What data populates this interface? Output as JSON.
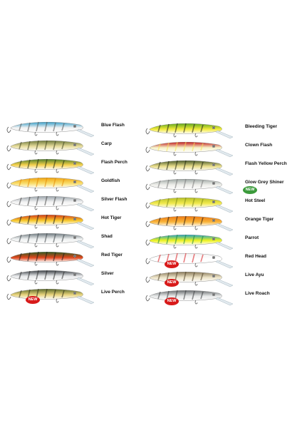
{
  "badge_text": "NEW",
  "left_column": [
    {
      "name": "Blue Flash",
      "colors": {
        "top": "#3aa0c9",
        "bottom": "#f2f2f2",
        "pattern": "#555555"
      },
      "is_new": false
    },
    {
      "name": "Carp",
      "colors": {
        "top": "#6f7a3b",
        "bottom": "#e7dc9c",
        "pattern": "#3e4220"
      },
      "is_new": false
    },
    {
      "name": "Flash Perch",
      "colors": {
        "top": "#4f7f2a",
        "bottom": "#f3cf4a",
        "pattern": "#1f2a10"
      },
      "is_new": false
    },
    {
      "name": "Goldfish",
      "colors": {
        "top": "#f2a40f",
        "bottom": "#f8dd6b",
        "pattern": "#e58a00"
      },
      "is_new": false
    },
    {
      "name": "Silver Flash",
      "colors": {
        "top": "#9aa3aa",
        "bottom": "#f2f2f2",
        "pattern": "#444444"
      },
      "is_new": false
    },
    {
      "name": "Hot Tiger",
      "colors": {
        "top": "#d53a15",
        "bottom": "#f6c92a",
        "pattern": "#1c1c1c"
      },
      "is_new": false
    },
    {
      "name": "Shad",
      "colors": {
        "top": "#6e7a80",
        "bottom": "#eef0f0",
        "pattern": "#3f464a"
      },
      "is_new": false
    },
    {
      "name": "Red Tiger",
      "colors": {
        "top": "#2f5a1f",
        "bottom": "#e0461c",
        "pattern": "#1a1a1a"
      },
      "is_new": false
    },
    {
      "name": "Silver",
      "colors": {
        "top": "#3d4247",
        "bottom": "#e6e8ea",
        "pattern": "#2a2a2a"
      },
      "is_new": false
    },
    {
      "name": "Live Perch",
      "colors": {
        "top": "#5b6a2a",
        "bottom": "#e6d27a",
        "pattern": "#2b2a14"
      },
      "is_new": true,
      "badge_color": "#d81a1a"
    }
  ],
  "right_column": [
    {
      "name": "Bleeding Tiger",
      "colors": {
        "top": "#63a820",
        "bottom": "#f2ea3a",
        "pattern": "#1a1a1a"
      },
      "is_new": false
    },
    {
      "name": "Clown Flash",
      "colors": {
        "top": "#c41e1e",
        "bottom": "#f6f2c8",
        "pattern": "#f6e45a"
      },
      "is_new": false
    },
    {
      "name": "Flash Yellow Perch",
      "colors": {
        "top": "#4a5a2a",
        "bottom": "#e9dd8a",
        "pattern": "#1d240e"
      },
      "is_new": false
    },
    {
      "name": "Glow Grey Shiner",
      "colors": {
        "top": "#9ea7a3",
        "bottom": "#eeeeea",
        "pattern": "#777777"
      },
      "is_new": true,
      "badge_color": "#3c9b3c"
    },
    {
      "name": "Hot Steel",
      "colors": {
        "top": "#b8c228",
        "bottom": "#f1e94c",
        "pattern": "#7c8a1a"
      },
      "is_new": false
    },
    {
      "name": "Orange Tiger",
      "colors": {
        "top": "#f07a12",
        "bottom": "#f8b43a",
        "pattern": "#2a1a0e"
      },
      "is_new": false
    },
    {
      "name": "Parrot",
      "colors": {
        "top": "#22a4c0",
        "bottom": "#eef21e",
        "pattern": "#1a8a3a"
      },
      "is_new": false
    },
    {
      "name": "Red Head",
      "colors": {
        "top": "#f2f2f2",
        "bottom": "#ffffff",
        "pattern": "#d8161a"
      },
      "is_new": true,
      "badge_color": "#d81a1a"
    },
    {
      "name": "Live Ayu",
      "colors": {
        "top": "#8a7a5a",
        "bottom": "#ede4c8",
        "pattern": "#4c3e24"
      },
      "is_new": true,
      "badge_color": "#d81a1a"
    },
    {
      "name": "Live Roach",
      "colors": {
        "top": "#6a6e70",
        "bottom": "#e6e8e8",
        "pattern": "#383a3c"
      },
      "is_new": true,
      "badge_color": "#d81a1a"
    }
  ]
}
